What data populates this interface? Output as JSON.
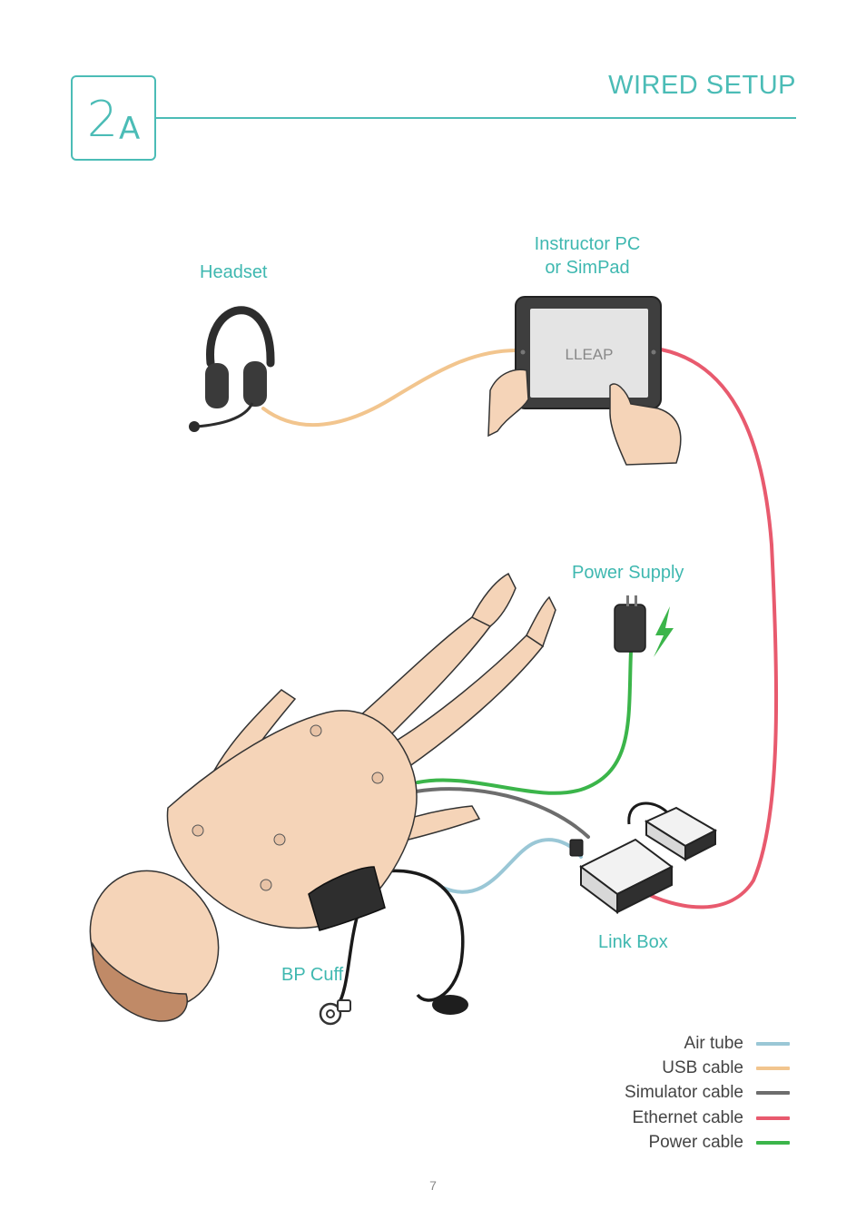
{
  "header": {
    "step_number": "2",
    "step_letter": "A",
    "title": "WIRED SETUP"
  },
  "labels": {
    "headset": "Headset",
    "instructor_pc": "Instructor PC",
    "instructor_pc_line2": "or SimPad",
    "screen_text": "LLEAP",
    "power_supply": "Power Supply",
    "link_box": "Link Box",
    "bp_cuff": "BP Cuff"
  },
  "legend": [
    {
      "label": "Air tube",
      "color": "#9ac7d6"
    },
    {
      "label": "USB cable",
      "color": "#f2c58e"
    },
    {
      "label": "Simulator cable",
      "color": "#6d6d6d"
    },
    {
      "label": "Ethernet cable",
      "color": "#e85a6e"
    },
    {
      "label": "Power cable",
      "color": "#3bb54a"
    }
  ],
  "colors": {
    "accent": "#4bbcb6",
    "skin": "#f5d4b8",
    "device": "#3a3a3a"
  },
  "page_number": "7"
}
